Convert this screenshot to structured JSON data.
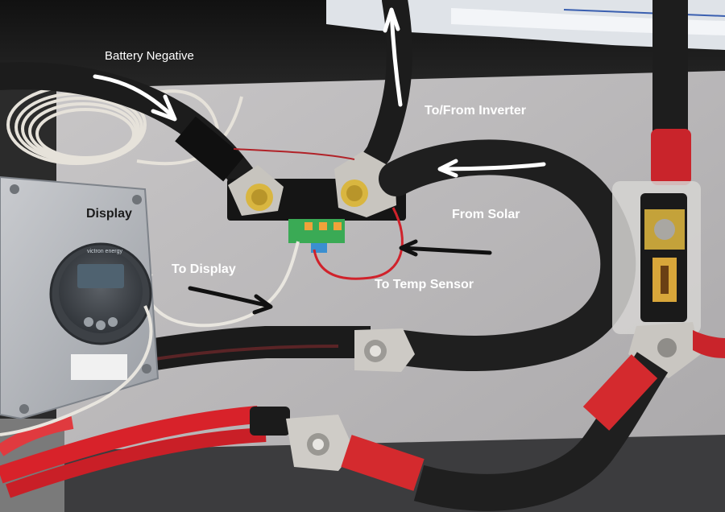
{
  "labels": {
    "battery_negative": "Battery Negative",
    "to_from_inverter": "To/From Inverter",
    "display": "Display",
    "from_solar": "From Solar",
    "to_display": "To Display",
    "to_temp_sensor": "To Temp Sensor"
  },
  "device": {
    "brand": "victron energy"
  },
  "colors": {
    "panel": "#b9b7b8",
    "cable_black": "#1e1e1e",
    "cable_red": "#d8222a",
    "copper_lug": "#c9c7c2",
    "arrow_white": "#ffffff",
    "arrow_black": "#111111"
  }
}
